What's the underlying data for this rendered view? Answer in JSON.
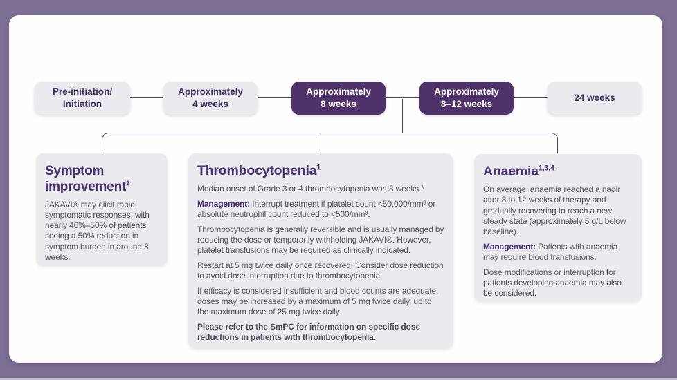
{
  "page": {
    "background_color": "#7e7094",
    "panel_color": "#fefefe",
    "accent_dark_purple": "#4e3269",
    "title_purple": "#463071",
    "body_text_color": "#55555a",
    "light_box_color": "#eceaef",
    "connector_color": "#4e3c6e"
  },
  "timeline": {
    "milestones": [
      {
        "lines": [
          "Pre-initiation/",
          "Initiation"
        ],
        "style": "light"
      },
      {
        "lines": [
          "Approximately",
          "4 weeks"
        ],
        "style": "light"
      },
      {
        "lines": [
          "Approximately",
          "8 weeks"
        ],
        "style": "dark"
      },
      {
        "lines": [
          "Approximately",
          "8–12 weeks"
        ],
        "style": "dark"
      },
      {
        "lines": [
          "24 weeks"
        ],
        "style": "light"
      }
    ]
  },
  "cards": {
    "symptom": {
      "title": "Symptom improvement",
      "title_sup": "3",
      "body": "JAKAVI® may elicit rapid symptomatic responses, with nearly 40%–50% of patients seeing a 50% reduction in symptom burden in around 8 weeks."
    },
    "thrombocytopenia": {
      "title": "Thrombocytopenia",
      "title_sup": "1",
      "p1": "Median onset of Grade 3 or 4 thrombocytopenia was 8 weeks.*",
      "p2_label": "Management:",
      "p2_text": " Interrupt treatment if platelet count <50,000/mm³ or absolute neutrophil count reduced to <500/mm³.",
      "p3": "Thrombocytopenia is generally reversible and is usually managed by reducing the dose or temporarily withholding JAKAVI®. However, platelet transfusions may be required as clinically indicated.",
      "p4": "Restart at 5 mg twice daily once recovered. Consider dose reduction to avoid dose interruption due to thrombocytopenia.",
      "p5": "If efficacy is considered insufficient and blood counts are adequate, doses may be increased by a maximum of 5 mg twice daily, up to the maximum dose of 25 mg twice daily.",
      "p6": "Please refer to the SmPC for information on specific dose reductions in patients with thrombocytopenia."
    },
    "anaemia": {
      "title": "Anaemia",
      "title_sup": "1,3,4",
      "p1": "On average, anaemia reached a nadir after 8 to 12 weeks of therapy and gradually recovering to reach a new steady state (approximately 5 g/L below baseline).",
      "p2_label": "Management:",
      "p2_text": " Patients with anaemia may require blood transfusions.",
      "p3": "Dose modifications or interruption for patients developing anaemia may also be considered."
    }
  }
}
